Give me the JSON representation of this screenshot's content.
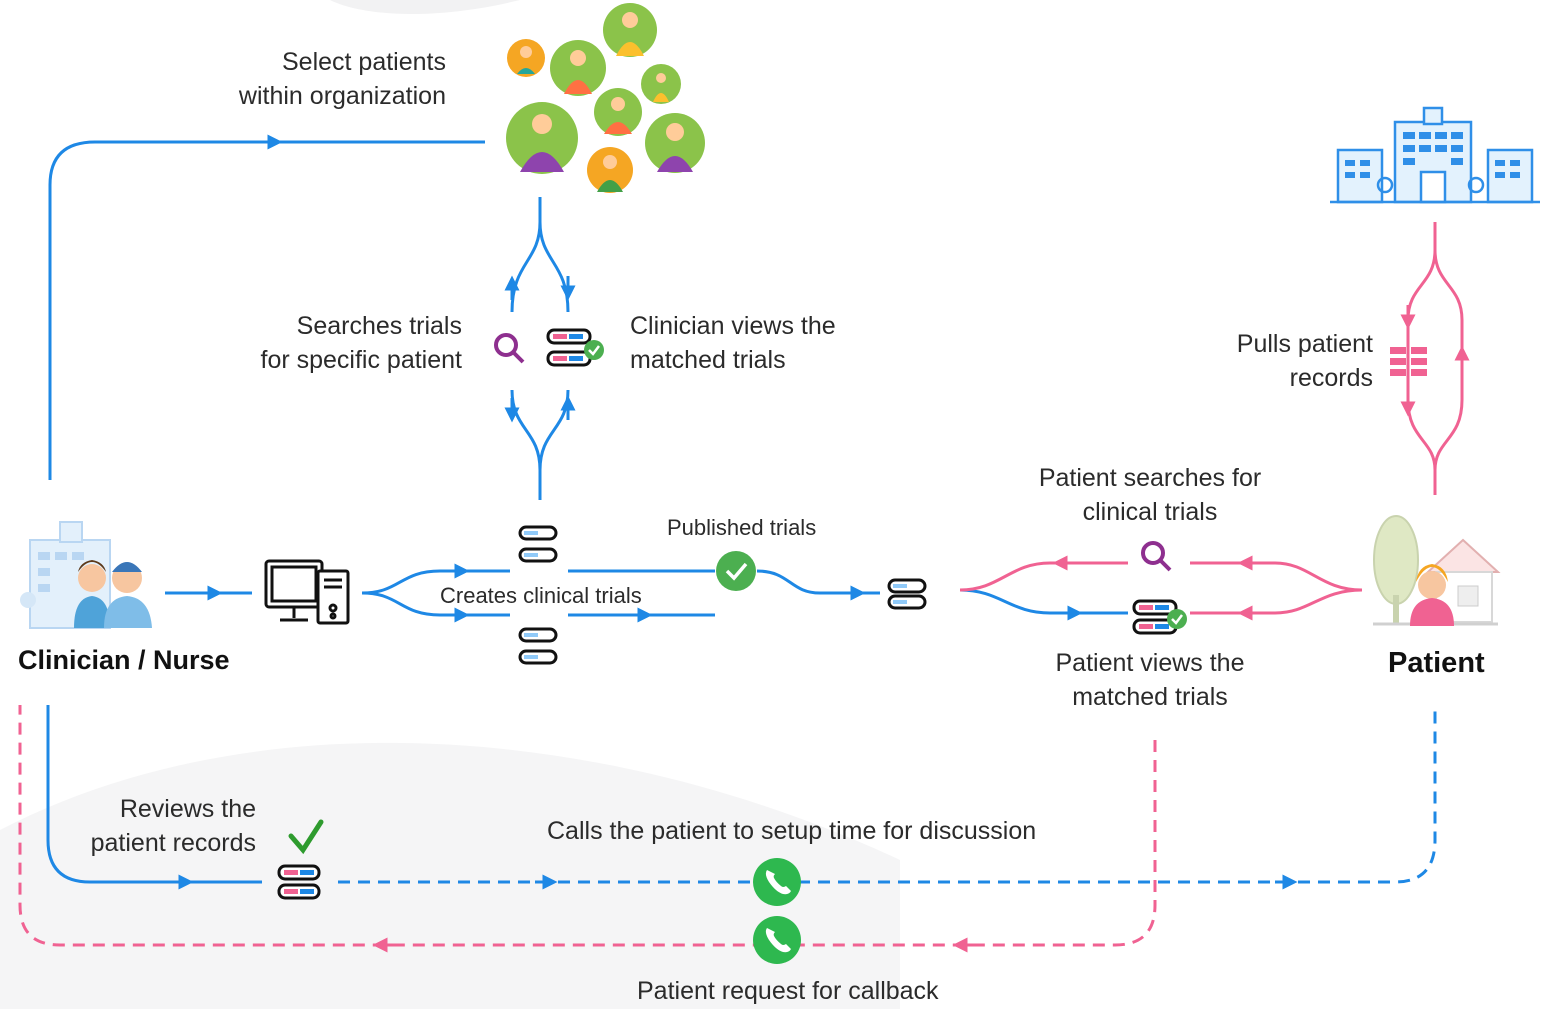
{
  "actors": {
    "clinician": "Clinician / Nurse",
    "patient": "Patient"
  },
  "labels": {
    "select_patients": [
      "Select patients",
      "within organization"
    ],
    "searches_trials": [
      "Searches trials",
      "for specific patient"
    ],
    "clinician_views": [
      "Clinician views the",
      "matched trials"
    ],
    "published_trials": "Published trials",
    "creates_trials": "Creates clinical trials",
    "patient_searches": [
      "Patient searches for",
      "clinical trials"
    ],
    "patient_views": [
      "Patient views the",
      "matched trials"
    ],
    "pulls_records": [
      "Pulls patient",
      "records"
    ],
    "reviews_records": [
      "Reviews the",
      "patient records"
    ],
    "calls_patient": "Calls the patient to setup time for discussion",
    "callback_request": "Patient request for callback"
  },
  "colors": {
    "clinician_flow": "#1e88e5",
    "patient_flow": "#f06292",
    "check_green": "#4caf50",
    "phone_green": "#2eb84f",
    "search_purple": "#8e2f8f",
    "hospital_blue": "#2f8fe8",
    "text": "#2b2b2b"
  },
  "icons": [
    "people-group-icon",
    "hospital-icon",
    "search-icon",
    "records-check-icon",
    "record-icon",
    "computer-icon",
    "check-icon",
    "phone-icon",
    "clinician-nurse-icon",
    "patient-home-icon",
    "records-grid-icon"
  ]
}
